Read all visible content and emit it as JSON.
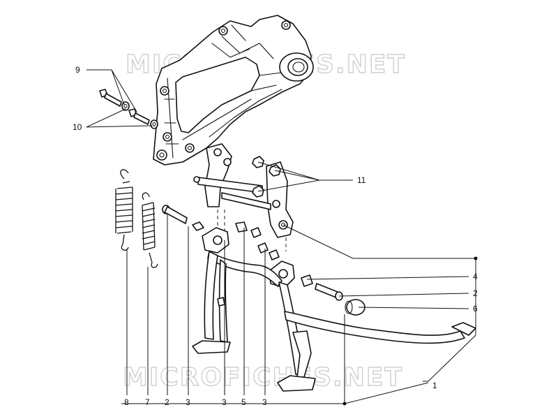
{
  "watermark": "MICROFICHES.NET",
  "callouts": [
    {
      "id": "c9",
      "label": "9"
    },
    {
      "id": "c10",
      "label": "10"
    },
    {
      "id": "c11",
      "label": "11"
    },
    {
      "id": "c4",
      "label": "4"
    },
    {
      "id": "c2r",
      "label": "2"
    },
    {
      "id": "c6",
      "label": "6"
    },
    {
      "id": "c1",
      "label": "1"
    },
    {
      "id": "b8",
      "label": "8"
    },
    {
      "id": "b7",
      "label": "7"
    },
    {
      "id": "b2",
      "label": "2"
    },
    {
      "id": "b3a",
      "label": "3"
    },
    {
      "id": "b3b",
      "label": "3"
    },
    {
      "id": "b5",
      "label": "5"
    },
    {
      "id": "b3c",
      "label": "3"
    }
  ]
}
